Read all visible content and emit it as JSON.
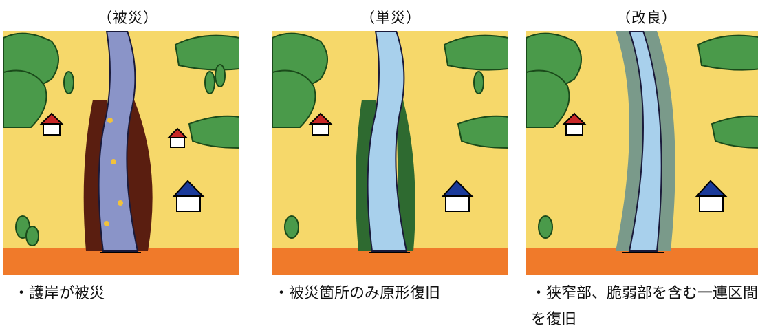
{
  "panels": [
    {
      "title": "（被災）",
      "caption": "・護岸が被災"
    },
    {
      "title": "（単災）",
      "caption": "・被災箇所のみ原形復旧"
    },
    {
      "title": "（改良）",
      "caption": "・狭窄部、脆弱部を含む一連区間を復旧"
    }
  ],
  "colors": {
    "ground": "#f6d86a",
    "soil": "#f07a2a",
    "river_damaged": "#8a94c8",
    "river_clear": "#a8d0ec",
    "damaged_bank": "#5a1e10",
    "repaired_bank": "#2e6a30",
    "improved_bank": "#7a9a8a",
    "tree": "#4a9a4a",
    "roof_red": "#c82828",
    "roof_blue": "#1a3a9a"
  }
}
